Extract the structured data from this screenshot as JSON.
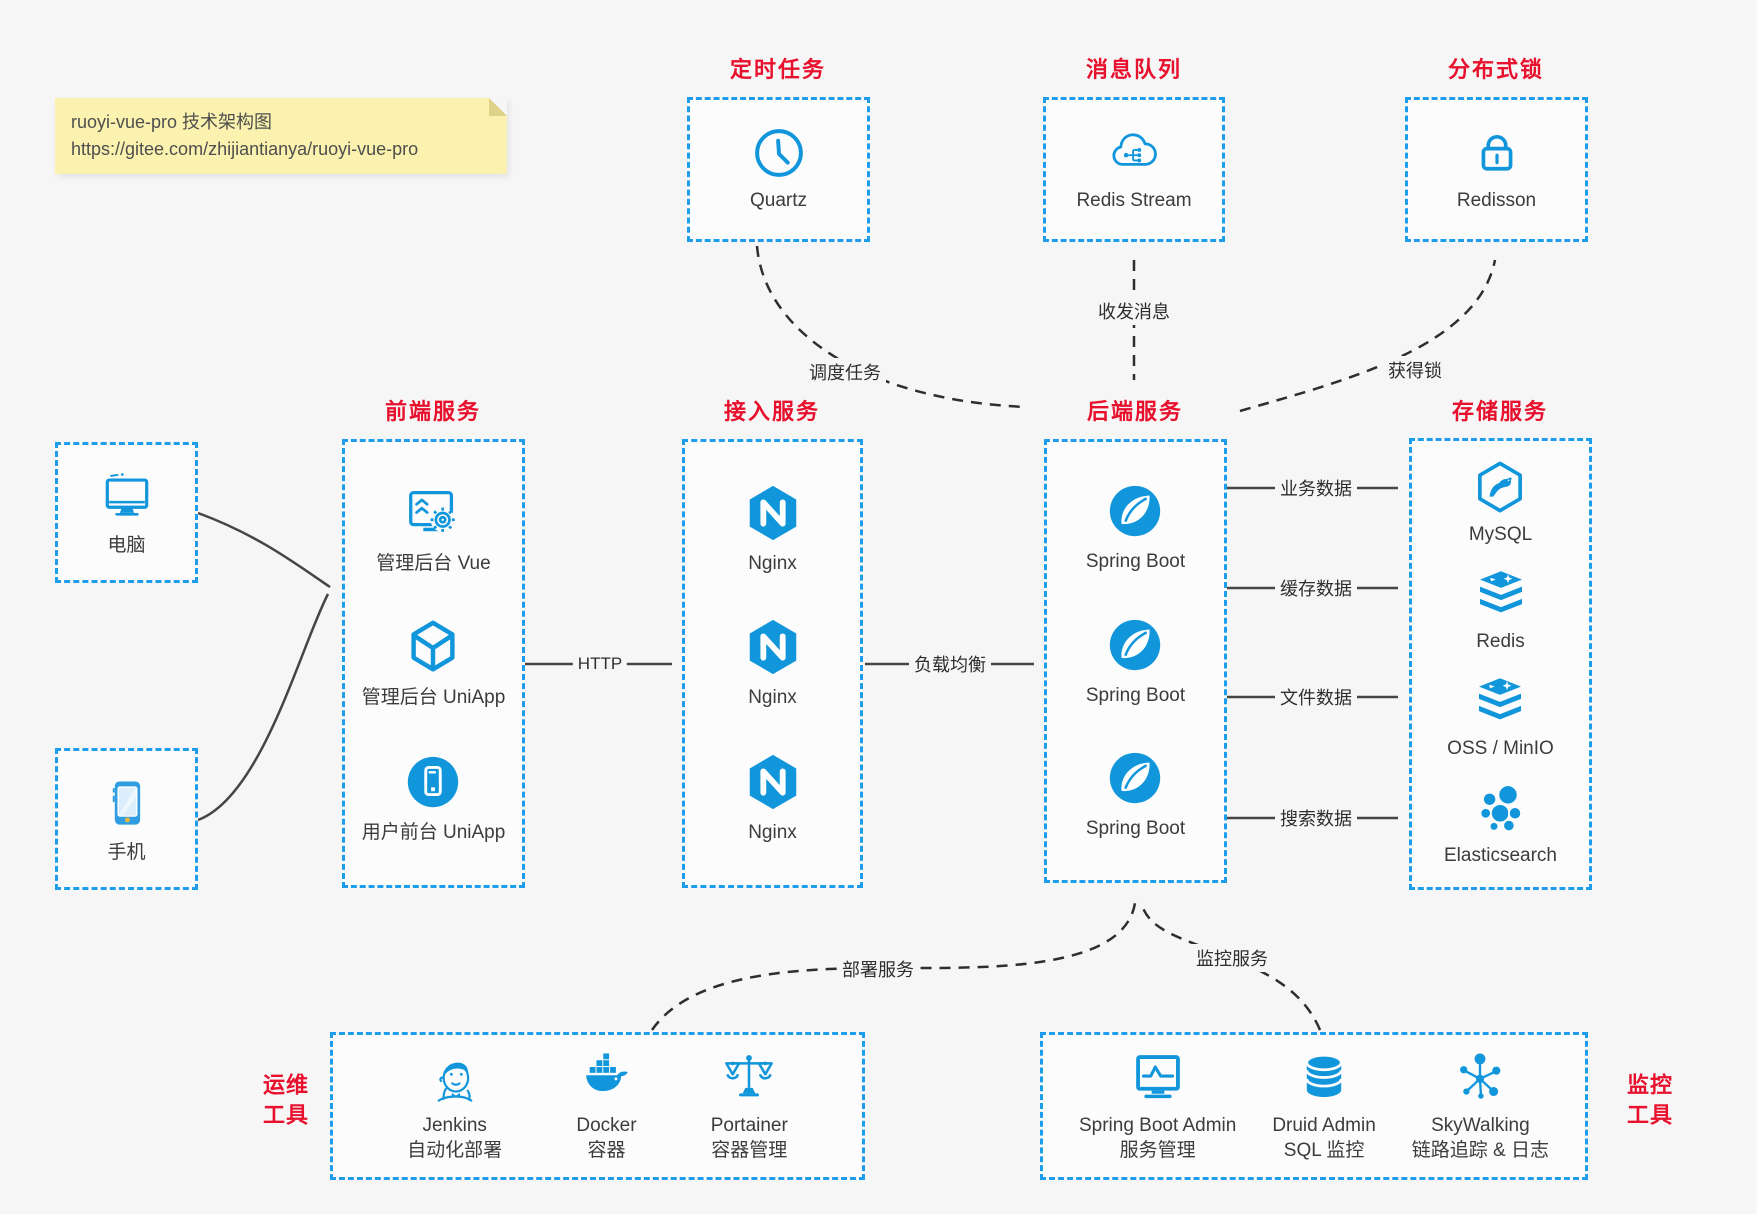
{
  "note": {
    "line1": "ruoyi-vue-pro 技术架构图",
    "line2": "https://gitee.com/zhijiantianya/ruoyi-vue-pro"
  },
  "colors": {
    "background": "#f6f6f7",
    "box_border_blue": "#1e9ded",
    "icon_blue": "#1296db",
    "title_red": "#e8112d",
    "label_gray": "#3c3c3c",
    "note_yellow": "#faf2ae"
  },
  "sections": {
    "scheduled_task": {
      "title": "定时任务",
      "item": {
        "icon": "clock-icon",
        "label": "Quartz"
      }
    },
    "message_queue": {
      "title": "消息队列",
      "item": {
        "icon": "cloud-mq-icon",
        "label": "Redis Stream"
      }
    },
    "distributed_lock": {
      "title": "分布式锁",
      "item": {
        "icon": "lock-icon",
        "label": "Redisson"
      }
    },
    "clients": {
      "pc": {
        "icon": "desktop-icon",
        "label": "电脑"
      },
      "mobile": {
        "icon": "smartphone-icon",
        "label": "手机"
      }
    },
    "frontend": {
      "title": "前端服务",
      "items": [
        {
          "icon": "admin-web-icon",
          "label": "管理后台 Vue"
        },
        {
          "icon": "uniapp-cube-icon",
          "label": "管理后台 UniApp"
        },
        {
          "icon": "mobile-app-icon",
          "label": "用户前台 UniApp"
        }
      ]
    },
    "gateway": {
      "title": "接入服务",
      "items": [
        {
          "icon": "nginx-icon",
          "label": "Nginx"
        },
        {
          "icon": "nginx-icon",
          "label": "Nginx"
        },
        {
          "icon": "nginx-icon",
          "label": "Nginx"
        }
      ]
    },
    "backend": {
      "title": "后端服务",
      "items": [
        {
          "icon": "spring-boot-icon",
          "label": "Spring Boot"
        },
        {
          "icon": "spring-boot-icon",
          "label": "Spring Boot"
        },
        {
          "icon": "spring-boot-icon",
          "label": "Spring Boot"
        }
      ]
    },
    "storage": {
      "title": "存储服务",
      "items": [
        {
          "icon": "mysql-icon",
          "label": "MySQL"
        },
        {
          "icon": "redis-stack-icon",
          "label": "Redis"
        },
        {
          "icon": "oss-stack-icon",
          "label": "OSS / MinIO"
        },
        {
          "icon": "elasticsearch-icon",
          "label": "Elasticsearch"
        }
      ]
    },
    "ops_tools": {
      "title_line1": "运维",
      "title_line2": "工具",
      "items": [
        {
          "icon": "jenkins-icon",
          "label": "Jenkins",
          "sublabel": "自动化部署"
        },
        {
          "icon": "docker-icon",
          "label": "Docker",
          "sublabel": "容器"
        },
        {
          "icon": "portainer-icon",
          "label": "Portainer",
          "sublabel": "容器管理"
        }
      ]
    },
    "monitor_tools": {
      "title_line1": "监控",
      "title_line2": "工具",
      "items": [
        {
          "icon": "spring-boot-admin-icon",
          "label": "Spring Boot Admin",
          "sublabel": "服务管理"
        },
        {
          "icon": "druid-icon",
          "label": "Druid Admin",
          "sublabel": "SQL 监控"
        },
        {
          "icon": "skywalking-icon",
          "label": "SkyWalking",
          "sublabel": "链路追踪 & 日志"
        }
      ]
    }
  },
  "connectors": {
    "http": "HTTP",
    "load_balance": "负载均衡",
    "schedule_task": "调度任务",
    "send_receive_message": "收发消息",
    "acquire_lock": "获得锁",
    "business_data": "业务数据",
    "cache_data": "缓存数据",
    "file_data": "文件数据",
    "search_data": "搜索数据",
    "deploy_service": "部署服务",
    "monitor_service": "监控服务"
  }
}
